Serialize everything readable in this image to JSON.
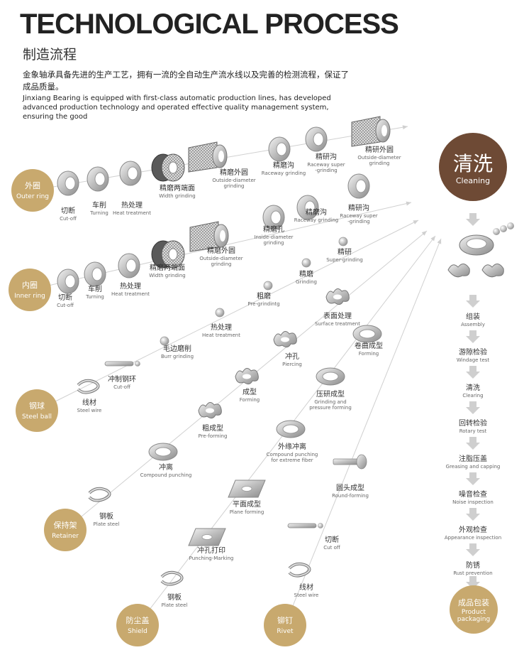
{
  "header": {
    "title": "TECHNOLOGICAL PROCESS",
    "subtitle_cn": "制造流程",
    "intro_cn": "金象轴承具备先进的生产工艺，拥有一流的全自动生产流水线以及完善的检测流程，保证了成品质量。",
    "intro_en": "Jinxiang Bearing is equipped with first-class automatic production lines, has developed advanced production technology and operated effective quality management system, ensuring the good"
  },
  "colors": {
    "brand": "#c8a96e",
    "brand_dark": "#6e4a35",
    "line": "#d0d0d0",
    "arrow": "#cfcfcf"
  },
  "lines": [
    {
      "id": "outer-ring",
      "start": {
        "cn": "外圈",
        "en": "Outer ring"
      },
      "steps": [
        {
          "cn": "切断",
          "en": "Cut-off",
          "icon": "ring"
        },
        {
          "cn": "车削",
          "en": "Turning",
          "icon": "ring"
        },
        {
          "cn": "热处理",
          "en": "Heat treatment",
          "icon": "ring"
        },
        {
          "cn": "精磨两端面",
          "en": "Width grinding",
          "icon": "wheel"
        },
        {
          "cn": "精磨外圆",
          "en": "Outside-diameter grinding",
          "icon": "mesh"
        },
        {
          "cn": "精磨沟",
          "en": "Raceway grinding",
          "icon": "ring"
        },
        {
          "cn": "精研沟",
          "en": "Raceway super -grinding",
          "icon": "ring"
        },
        {
          "cn": "精研外圆",
          "en": "Outside-diameter grinding",
          "icon": "mesh"
        }
      ]
    },
    {
      "id": "inner-ring",
      "start": {
        "cn": "内圈",
        "en": "Inner ring"
      },
      "steps": [
        {
          "cn": "切断",
          "en": "Cut-off",
          "icon": "ring"
        },
        {
          "cn": "车削",
          "en": "Turning",
          "icon": "ring"
        },
        {
          "cn": "热处理",
          "en": "Heat treatment",
          "icon": "ring"
        },
        {
          "cn": "精磨两端面",
          "en": "Width grinding",
          "icon": "wheel"
        },
        {
          "cn": "精磨外圆",
          "en": "Outside-diameter grinding",
          "icon": "mesh"
        },
        {
          "cn": "精磨孔",
          "en": "Inside-diameter grinding",
          "icon": "ring"
        },
        {
          "cn": "精磨沟",
          "en": "Raceway grinding",
          "icon": "ring"
        },
        {
          "cn": "精研沟",
          "en": "Raceway super -grinding",
          "icon": "ring"
        }
      ]
    },
    {
      "id": "steel-ball",
      "start": {
        "cn": "钢球",
        "en": "Steel ball"
      },
      "steps": [
        {
          "cn": "线材",
          "en": "Steel wire",
          "icon": "coil"
        },
        {
          "cn": "冲制钢环",
          "en": "Cut-off",
          "icon": "rod"
        },
        {
          "cn": "毛边磨削",
          "en": "Burr grinding",
          "icon": "ball"
        },
        {
          "cn": "热处理",
          "en": "Heat treatment",
          "icon": "ball"
        },
        {
          "cn": "粗磨",
          "en": "Pre-grindintg",
          "icon": "ball"
        },
        {
          "cn": "精磨",
          "en": "Grinding",
          "icon": "ball"
        },
        {
          "cn": "精研",
          "en": "Super-grinding",
          "icon": "ball"
        }
      ]
    },
    {
      "id": "retainer",
      "start": {
        "cn": "保持架",
        "en": "Retainer"
      },
      "steps": [
        {
          "cn": "钢板",
          "en": "Plate steel",
          "icon": "coil"
        },
        {
          "cn": "冲离",
          "en": "Compound punching",
          "icon": "washer"
        },
        {
          "cn": "粗成型",
          "en": "Pre-forming",
          "icon": "cage"
        },
        {
          "cn": "成型",
          "en": "Forming",
          "icon": "cage"
        },
        {
          "cn": "冲孔",
          "en": "Piercing",
          "icon": "cage"
        },
        {
          "cn": "表面处理",
          "en": "Surface treatment",
          "icon": "cage"
        }
      ]
    },
    {
      "id": "shield",
      "start": {
        "cn": "防尘盖",
        "en": "Shield"
      },
      "steps": [
        {
          "cn": "钢板",
          "en": "Plate steel",
          "icon": "coil"
        },
        {
          "cn": "冲孔打印",
          "en": "Punching-Marking",
          "icon": "plate"
        },
        {
          "cn": "平面成型",
          "en": "Plane forming",
          "icon": "plate"
        },
        {
          "cn": "外缘冲离",
          "en": "Compound punching for extreme fiber",
          "icon": "washer"
        },
        {
          "cn": "压研成型",
          "en": "Grinding and pressure forming",
          "icon": "washer"
        },
        {
          "cn": "卷曲成型",
          "en": "Forming",
          "icon": "washer"
        }
      ]
    },
    {
      "id": "rivet",
      "start": {
        "cn": "铆钉",
        "en": "Rivet"
      },
      "steps": [
        {
          "cn": "线材",
          "en": "Steel wire",
          "icon": "coil"
        },
        {
          "cn": "切断",
          "en": "Cut off",
          "icon": "rod"
        },
        {
          "cn": "圆头成型",
          "en": "Round-forming",
          "icon": "rivet"
        }
      ]
    }
  ],
  "final": {
    "cleaning": {
      "cn": "清洗",
      "en": "Cleaning"
    },
    "steps": [
      {
        "cn": "组装",
        "en": "Assembly"
      },
      {
        "cn": "游隙检验",
        "en": "Windage test"
      },
      {
        "cn": "清洗",
        "en": "Clearing"
      },
      {
        "cn": "回转检验",
        "en": "Rotary test"
      },
      {
        "cn": "注脂压盖",
        "en": "Greasing and capping"
      },
      {
        "cn": "噪音检查",
        "en": "Noise inspection"
      },
      {
        "cn": "外观检查",
        "en": "Appearance inspection"
      },
      {
        "cn": "防锈",
        "en": "Rust prevention"
      }
    ],
    "packaging": {
      "cn": "成品包装",
      "en": "Product packaging"
    }
  }
}
